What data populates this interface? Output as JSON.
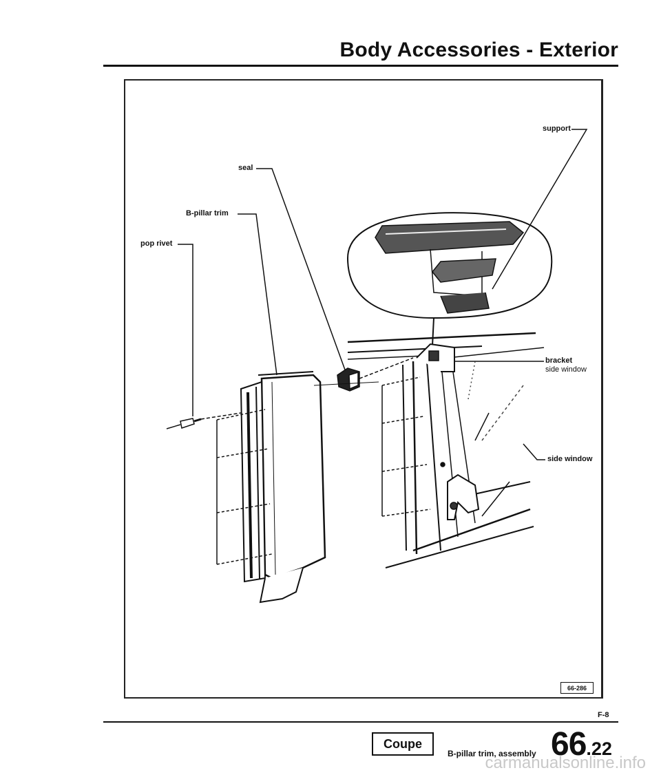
{
  "header": {
    "title": "Body Accessories - Exterior"
  },
  "diagram": {
    "labels": {
      "support": "support",
      "seal": "seal",
      "b_pillar_trim": "B-pillar trim",
      "pop_rivet": "pop rivet",
      "bracket_side_window_line1": "bracket",
      "bracket_side_window_line2": "side window",
      "side_window": "side window"
    },
    "figure_code": "66-286"
  },
  "figure_ref": "F-8",
  "footer": {
    "model": "Coupe",
    "caption": "B-pillar trim, assembly",
    "page_major": "66",
    "page_minor": ".22"
  },
  "watermark": "carmanualsonline.info"
}
